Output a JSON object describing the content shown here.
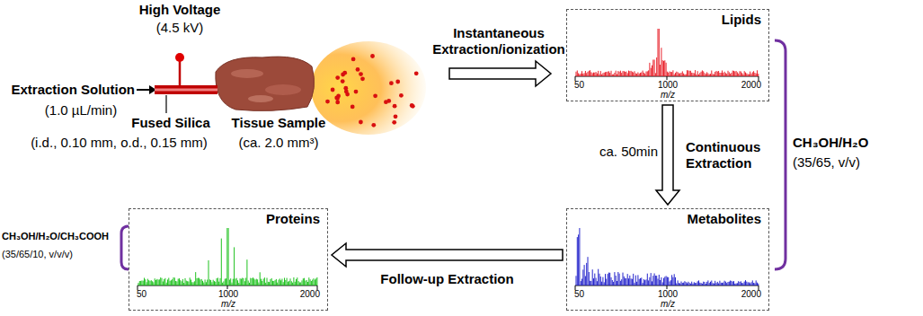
{
  "diagram": {
    "nodes": [
      {
        "text": [
          "Lipids",
          "50",
          "1000",
          "2000",
          "m/z"
        ]
      },
      {
        "text": [
          "Metabolites",
          "50",
          "1000",
          "2000",
          "m/z"
        ]
      },
      {
        "text": [
          "Proteins",
          "50",
          "1000",
          "2000",
          "m/z"
        ]
      }
    ],
    "edges": [
      {
        "from": 0,
        "to": 1,
        "arrow": "to",
        "label": "Continuous Extraction"
      },
      {
        "from": 1,
        "to": 2,
        "arrow": "to",
        "label": "Follow-up Extraction"
      }
    ],
    "labels": [
      "High Voltage",
      "(4.5 kV)",
      "Extraction Solution",
      "(1.0 µL/min)",
      "Fused Silica",
      "(i.d., 0.10 mm, o.d., 0.15 mm)",
      "Tissue Sample",
      "(ca. 2.0 mm³)",
      "Instantaneous Extraction/ionization",
      "ca. 50min",
      "CH₃OH/H₂O",
      "(35/65, v/v)",
      "CH₃OH/H₂O/CH₃COOH",
      "(35/65/10, v/v/v)"
    ]
  }
}
